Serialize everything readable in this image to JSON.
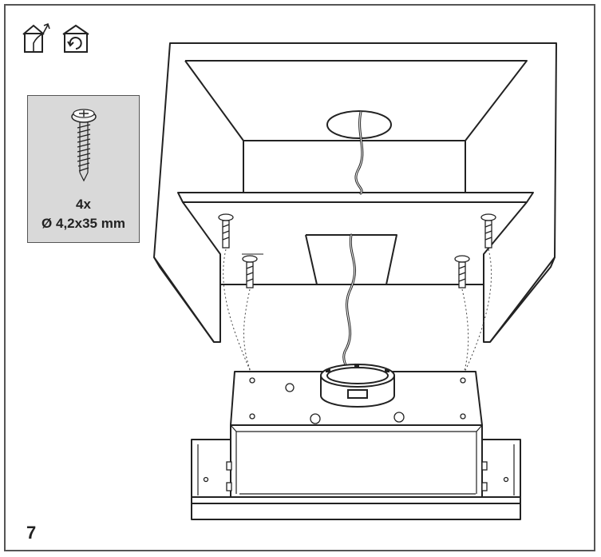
{
  "step": {
    "number": "7"
  },
  "icons": [
    {
      "name": "house-with-outlet-arrow-icon"
    },
    {
      "name": "house-with-recirculation-icon"
    }
  ],
  "screw_panel": {
    "quantity": "4x",
    "size": "Ø 4,2x35 mm",
    "background": "#d9d9d9"
  },
  "colors": {
    "line": "#222222",
    "frame": "#555555"
  }
}
